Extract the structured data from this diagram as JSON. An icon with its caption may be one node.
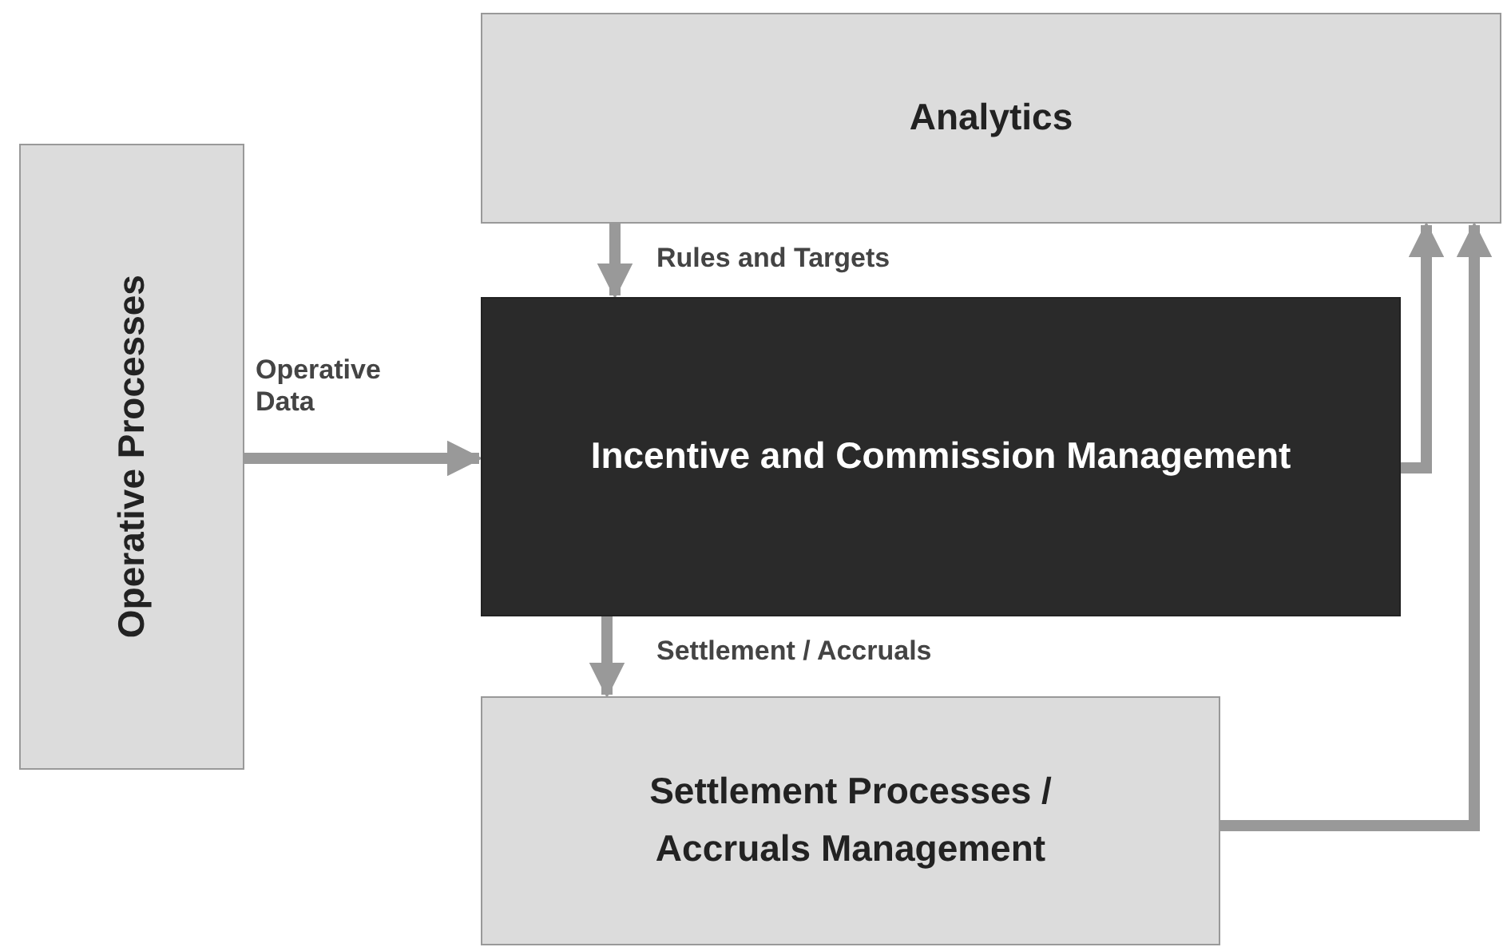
{
  "diagram": {
    "nodes": [
      {
        "text": [
          "Analytics"
        ]
      },
      {
        "text": [
          "Operative Processes"
        ]
      },
      {
        "text": [
          "Incentive and Commission Management"
        ]
      },
      {
        "text": [
          "Settlement Processes / Accruals Management"
        ]
      }
    ],
    "edges": [
      {
        "from": 1,
        "to": 2,
        "arrow": "to",
        "label": "Operative Data"
      },
      {
        "from": 0,
        "to": 2,
        "arrow": "to",
        "label": "Rules and Targets"
      },
      {
        "from": 2,
        "to": 3,
        "arrow": "to",
        "label": "Settlement / Accruals"
      },
      {
        "from": 2,
        "to": 0,
        "arrow": "to"
      },
      {
        "from": 3,
        "to": 0,
        "arrow": "to"
      }
    ]
  }
}
